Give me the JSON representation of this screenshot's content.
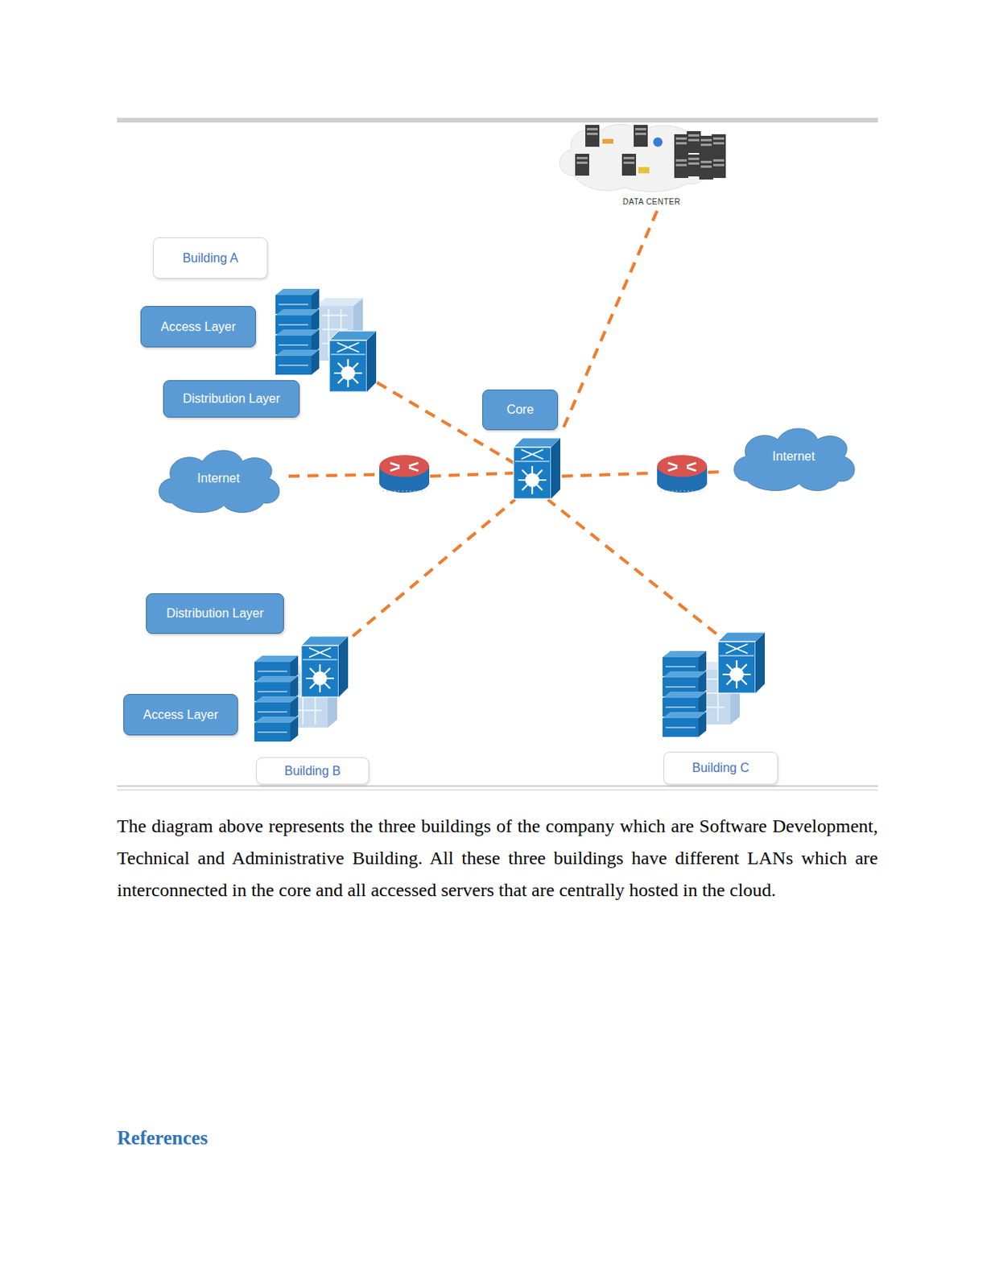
{
  "diagram": {
    "nodes": [
      {
        "text": [
          "DATA CENTER"
        ]
      },
      {
        "text": [
          "Building A"
        ]
      },
      {
        "text": [
          "Access Layer"
        ]
      },
      {
        "text": [
          "Distribution Layer"
        ]
      },
      {
        "text": [
          "Core"
        ]
      },
      {
        "text": [
          "Internet"
        ]
      },
      {
        "text": [
          "Internet"
        ]
      },
      {
        "text": [
          "Distribution Layer"
        ]
      },
      {
        "text": [
          "Access Layer"
        ]
      },
      {
        "text": [
          "Building B"
        ]
      },
      {
        "text": [
          "Building C"
        ]
      }
    ],
    "labels": [
      "The diagram above represents the three buildings of the company which are Software Development, Technical and Administrative Building. All these three buildings have different LANs which are interconnected in the core and all accessed servers that are centrally hosted in the cloud.",
      "References"
    ]
  }
}
